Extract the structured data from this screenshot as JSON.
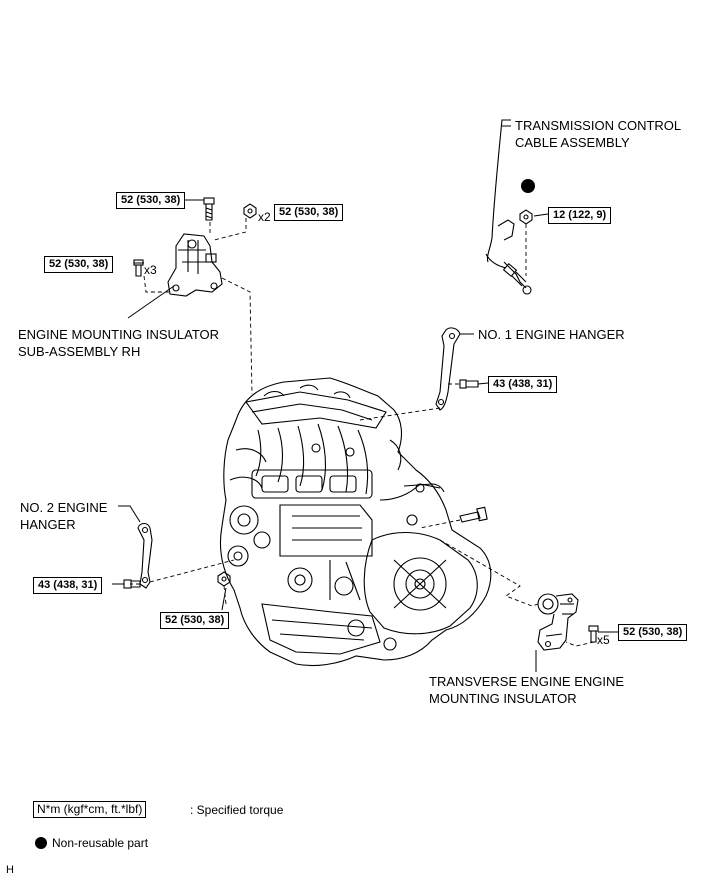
{
  "labels": {
    "tcc_line1": "TRANSMISSION CONTROL",
    "tcc_line2": "CABLE ASSEMBLY",
    "emi_rh_line1": "ENGINE MOUNTING INSULATOR",
    "emi_rh_line2": "SUB-ASSEMBLY RH",
    "hanger1": "NO. 1 ENGINE HANGER",
    "hanger2_line1": "NO. 2 ENGINE",
    "hanger2_line2": "HANGER",
    "transverse_line1": "TRANSVERSE ENGINE ENGINE",
    "transverse_line2": "MOUNTING INSULATOR"
  },
  "torques": {
    "rh_top_bolt": "52 (530, 38)",
    "rh_nut": "52 (530, 38)",
    "rh_side_bolts": "52 (530, 38)",
    "tcc_nut": "12 (122, 9)",
    "hanger1_bolt": "43 (438, 31)",
    "hanger2_bolt": "43 (438, 31)",
    "center_nut": "52 (530, 38)",
    "transverse_bolts": "52 (530, 38)"
  },
  "quantities": {
    "rh_nut": "x2",
    "rh_side_bolts": "x3",
    "transverse_bolts": "x5"
  },
  "legend": {
    "torque_box": "N*m (kgf*cm, ft.*lbf)",
    "torque_text": ": Specified torque",
    "nonreusable_text": "Non-reusable part"
  },
  "corner_mark": "H",
  "icons": {
    "nonreusable_marker": "filled-circle-icon"
  }
}
